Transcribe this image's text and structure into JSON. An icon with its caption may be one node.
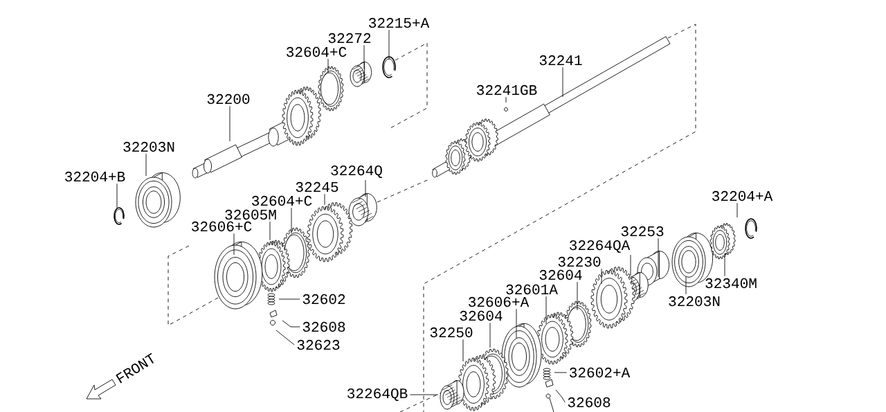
{
  "diagram": {
    "nodes": [
      {
        "text": [
          "32215+A"
        ]
      },
      {
        "text": [
          "32272"
        ]
      },
      {
        "text": [
          "32604+C"
        ]
      },
      {
        "text": [
          "32200"
        ]
      },
      {
        "text": [
          "32203N"
        ]
      },
      {
        "text": [
          "32204+B"
        ]
      },
      {
        "text": [
          "32241"
        ]
      },
      {
        "text": [
          "32241GB"
        ]
      },
      {
        "text": [
          "32264Q"
        ]
      },
      {
        "text": [
          "32245"
        ]
      },
      {
        "text": [
          "32604+C"
        ]
      },
      {
        "text": [
          "32605M"
        ]
      },
      {
        "text": [
          "32606+C"
        ]
      },
      {
        "text": [
          "32602"
        ]
      },
      {
        "text": [
          "32608"
        ]
      },
      {
        "text": [
          "32623"
        ]
      },
      {
        "text": [
          "32204+A"
        ]
      },
      {
        "text": [
          "32253"
        ]
      },
      {
        "text": [
          "32264QA"
        ]
      },
      {
        "text": [
          "32230"
        ]
      },
      {
        "text": [
          "32604"
        ]
      },
      {
        "text": [
          "32601A"
        ]
      },
      {
        "text": [
          "32606+A"
        ]
      },
      {
        "text": [
          "32604"
        ]
      },
      {
        "text": [
          "32250"
        ]
      },
      {
        "text": [
          "32602+A"
        ]
      },
      {
        "text": [
          "32264QB"
        ]
      },
      {
        "text": [
          "32608"
        ]
      },
      {
        "text": [
          "32203N"
        ]
      },
      {
        "text": [
          "32340M"
        ]
      }
    ],
    "edges": [
      {
        "from": 0,
        "to": null,
        "arrow": "none"
      },
      {
        "from": 1,
        "to": null,
        "arrow": "none"
      },
      {
        "from": 2,
        "to": null,
        "arrow": "none"
      },
      {
        "from": 3,
        "to": null,
        "arrow": "none"
      },
      {
        "from": 4,
        "to": null,
        "arrow": "none"
      },
      {
        "from": 5,
        "to": null,
        "arrow": "none"
      },
      {
        "from": 6,
        "to": null,
        "arrow": "none"
      },
      {
        "from": 7,
        "to": null,
        "arrow": "none"
      },
      {
        "from": 8,
        "to": null,
        "arrow": "none"
      },
      {
        "from": 9,
        "to": null,
        "arrow": "none"
      },
      {
        "from": 10,
        "to": null,
        "arrow": "none"
      },
      {
        "from": 11,
        "to": null,
        "arrow": "none"
      },
      {
        "from": 12,
        "to": null,
        "arrow": "none"
      },
      {
        "from": 13,
        "to": null,
        "arrow": "none"
      },
      {
        "from": 14,
        "to": null,
        "arrow": "none"
      },
      {
        "from": 15,
        "to": null,
        "arrow": "none"
      },
      {
        "from": 16,
        "to": null,
        "arrow": "none"
      },
      {
        "from": 17,
        "to": null,
        "arrow": "none"
      },
      {
        "from": 18,
        "to": null,
        "arrow": "none"
      },
      {
        "from": 19,
        "to": null,
        "arrow": "none"
      },
      {
        "from": 20,
        "to": null,
        "arrow": "none"
      },
      {
        "from": 21,
        "to": null,
        "arrow": "none"
      },
      {
        "from": 22,
        "to": null,
        "arrow": "none"
      },
      {
        "from": 23,
        "to": null,
        "arrow": "none"
      },
      {
        "from": 24,
        "to": null,
        "arrow": "none"
      },
      {
        "from": 25,
        "to": null,
        "arrow": "none"
      },
      {
        "from": 26,
        "to": null,
        "arrow": "none"
      },
      {
        "from": 27,
        "to": null,
        "arrow": "none"
      },
      {
        "from": 28,
        "to": null,
        "arrow": "none"
      },
      {
        "from": 29,
        "to": null,
        "arrow": "none"
      }
    ],
    "labels": [
      "FRONT"
    ]
  }
}
